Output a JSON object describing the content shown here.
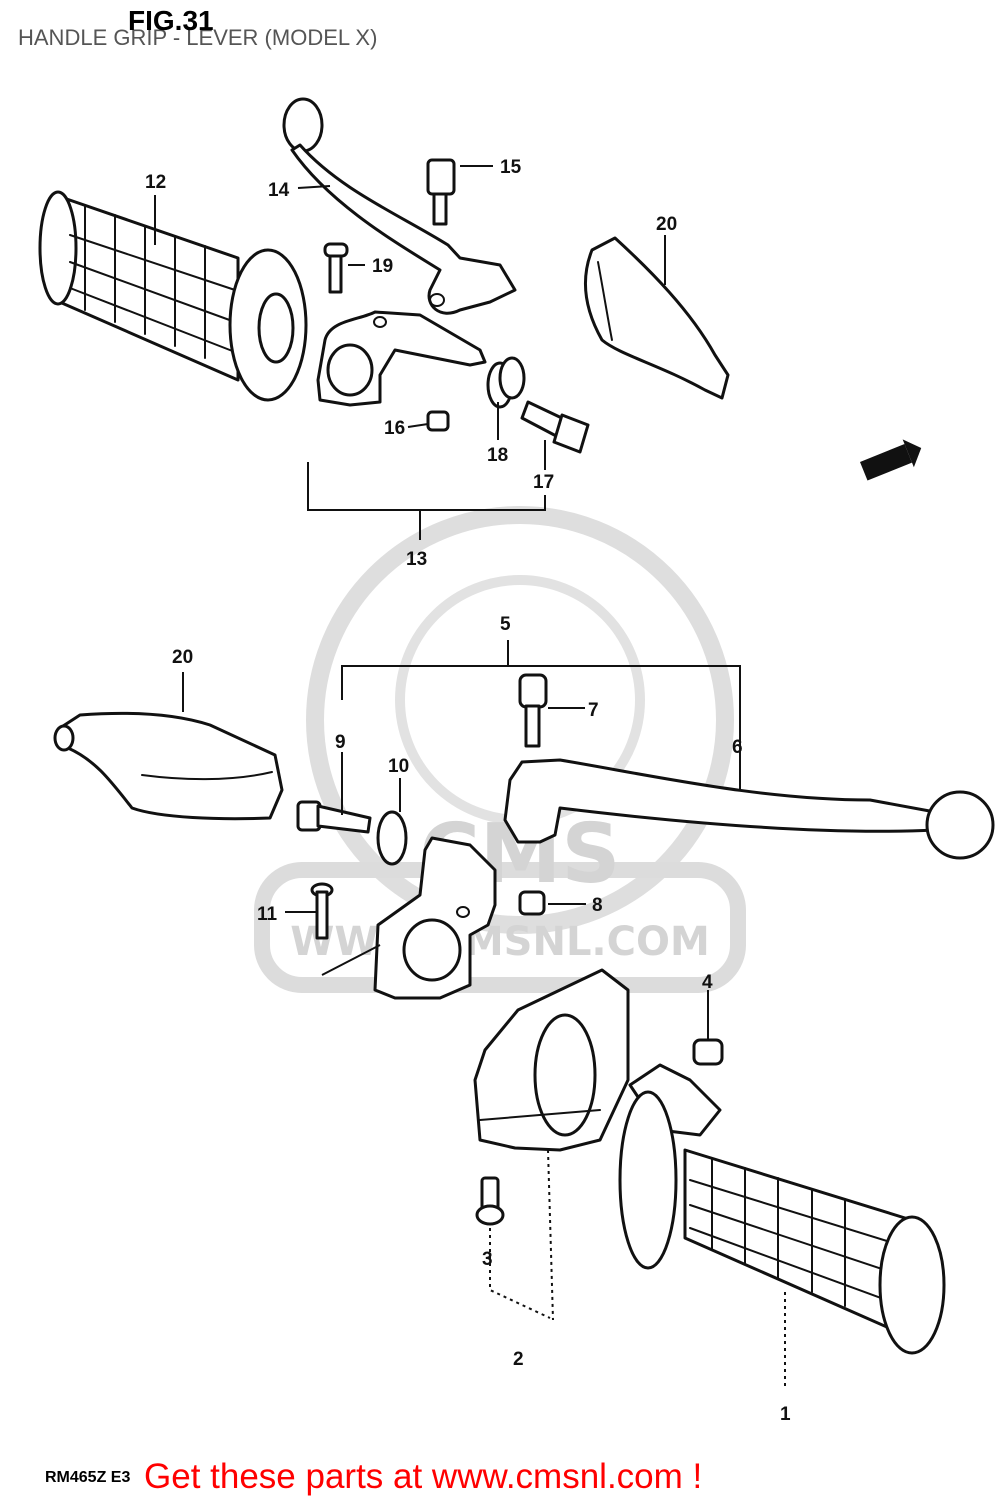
{
  "header": {
    "title": "HANDLE GRIP - LEVER (MODEL X)",
    "fig_label": "FIG.31"
  },
  "watermark": {
    "brand": "CMS",
    "url": "WWW.CMSNL.COM"
  },
  "callouts": [
    "1",
    "2",
    "3",
    "4",
    "5",
    "6",
    "7",
    "8",
    "9",
    "10",
    "11",
    "12",
    "13",
    "14",
    "15",
    "16",
    "17",
    "18",
    "19",
    "20",
    "20"
  ],
  "model_code": "RM465Z E3",
  "footer": {
    "text": "Get these parts at www.cmsnl.com !",
    "color": "#ff0000"
  },
  "icons": {
    "front_arrow": "front-direction-icon"
  }
}
